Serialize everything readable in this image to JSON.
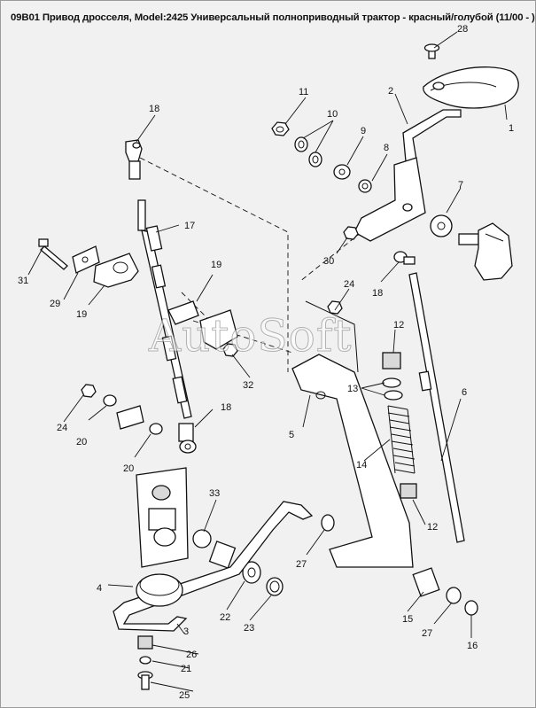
{
  "title": "09B01 Привод дросселя, Model:2425 Универсальный полноприводный трактор - красный/голубой (11/00 - )",
  "watermark": "AutoSoft",
  "callouts": [
    "1",
    "2",
    "3",
    "4",
    "5",
    "6",
    "7",
    "8",
    "9",
    "10",
    "11",
    "12",
    "13",
    "14",
    "15",
    "16",
    "17",
    "18",
    "19",
    "20",
    "21",
    "22",
    "23",
    "24",
    "25",
    "26",
    "27",
    "28",
    "29",
    "30",
    "31",
    "32",
    "33"
  ]
}
